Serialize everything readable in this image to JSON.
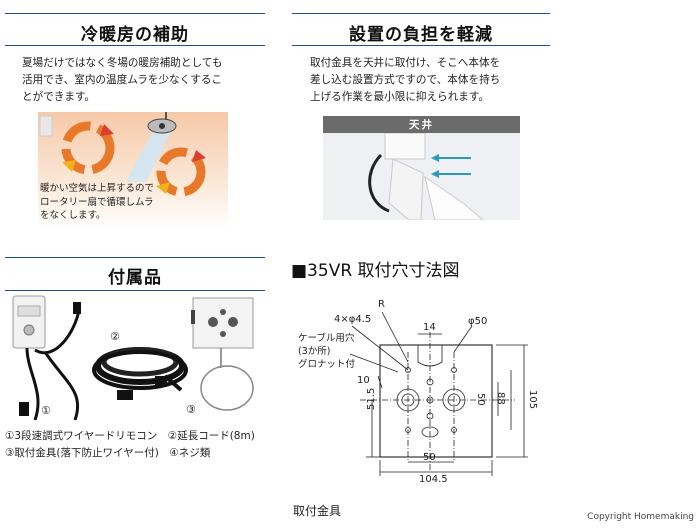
{
  "sections": {
    "heating": {
      "title": "冷暖房の補助",
      "text": [
        "夏場だけではなく冬場の暖房補助としても",
        "活用でき、室内の温度ムラを少なくするこ",
        "とができます。"
      ],
      "image_caption": [
        "暖かい空気は上昇するので",
        "ロータリー扇で循環しムラ",
        "をなくします。"
      ]
    },
    "install": {
      "title": "設置の負担を軽減",
      "text": [
        "取付金具を天井に取付け、そこへ本体を",
        "差し込む設置方式ですので、本体を持ち",
        "上げる作業を最小限に抑えられます。"
      ],
      "ceiling_label": "天井"
    },
    "accessories": {
      "title": "付属品",
      "numbers": [
        "①",
        "②",
        "③"
      ],
      "captions": [
        "①3段速調式ワイヤードリモコン　②延長コード(8m)",
        "③取付金具(落下防止ワイヤー付)　④ネジ類"
      ]
    },
    "dimensions": {
      "title": "■35VR 取付穴寸法図",
      "labels": {
        "r": "R",
        "holes": "4×φ4.5",
        "d14": "14",
        "phi50": "φ50",
        "cable1": "ケーブル用穴",
        "cable2": "(3か所)",
        "cable3": "グロナット付",
        "d10": "10",
        "d50v": "50",
        "d88": "88",
        "d105": "105",
        "d515": "51.5",
        "d50h": "50",
        "d1045": "104.5"
      },
      "footer": "取付金具"
    }
  },
  "copyright": "Copyright  Homemaking"
}
